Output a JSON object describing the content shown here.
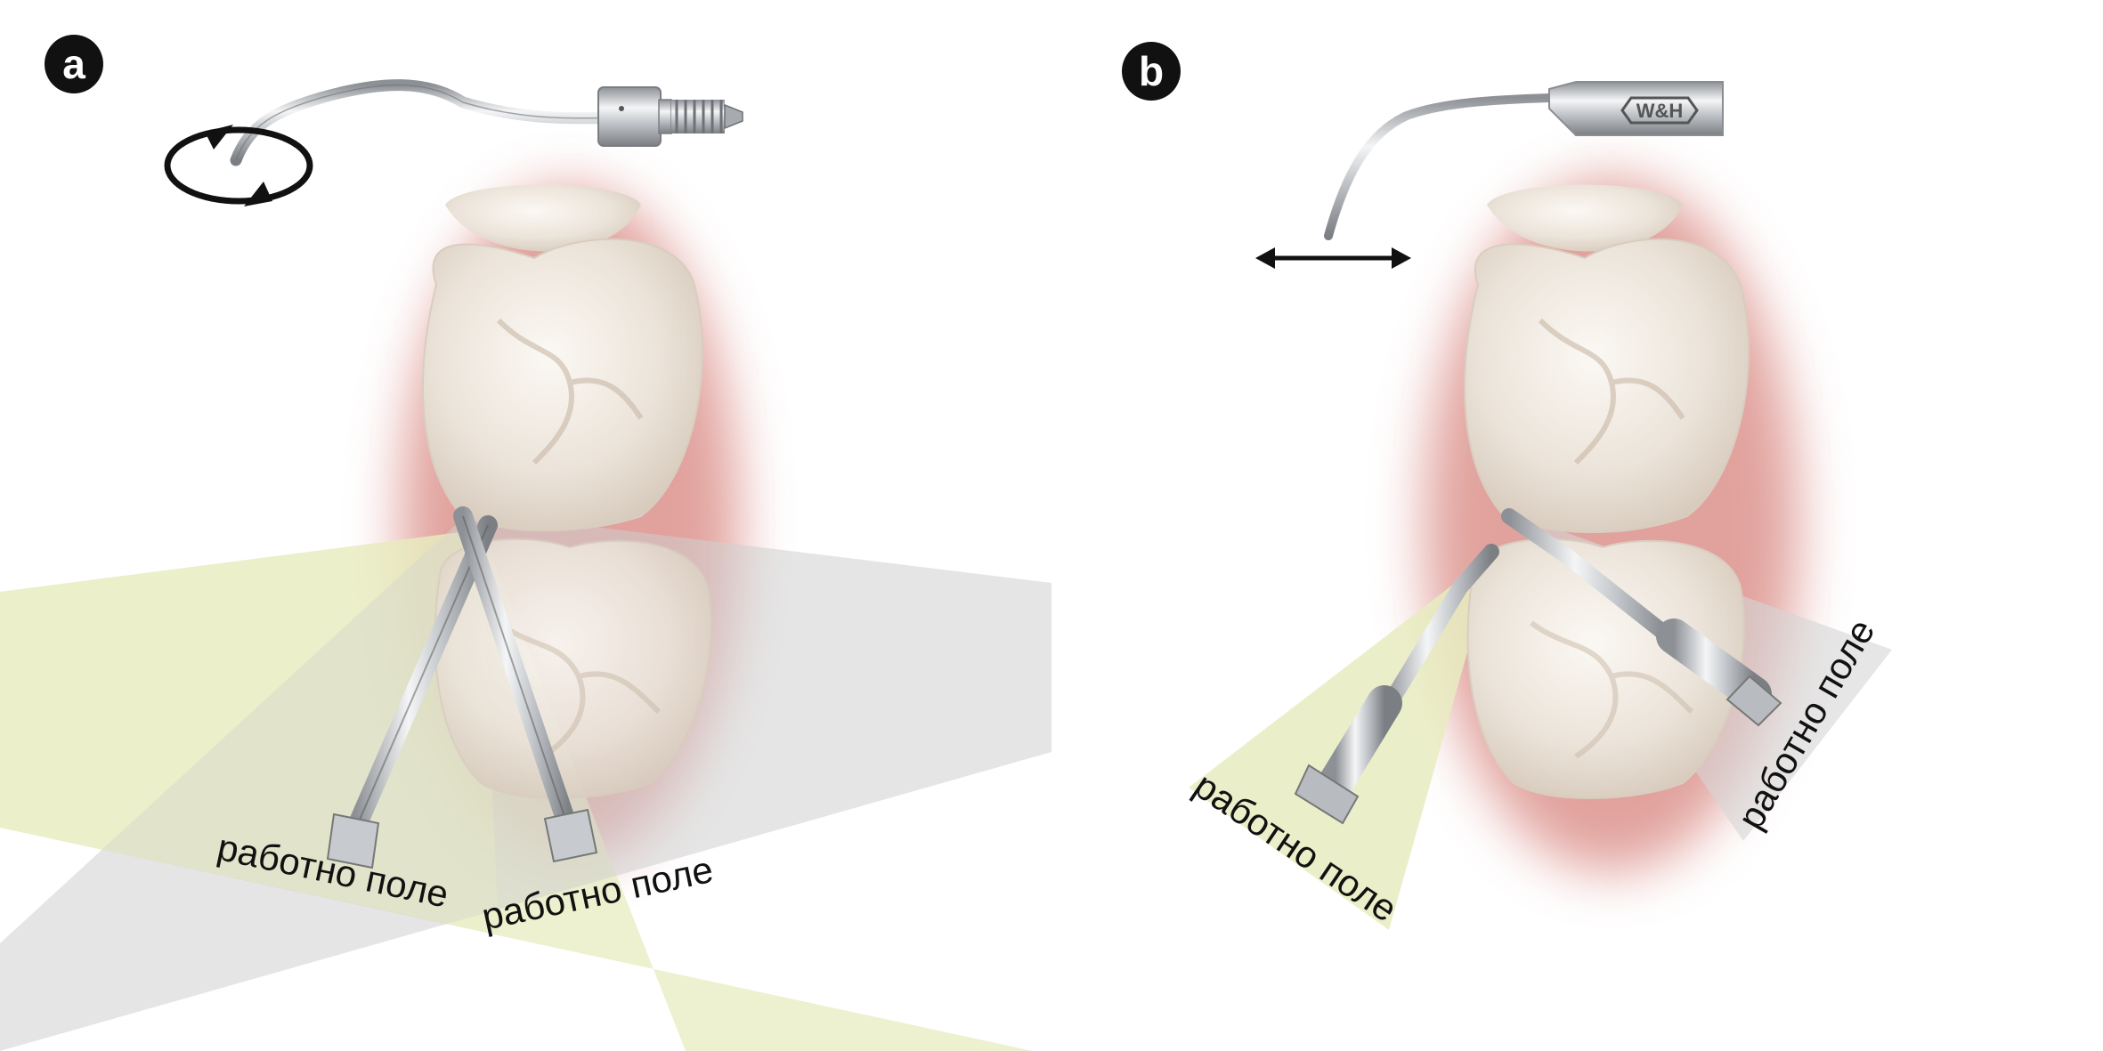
{
  "panels": [
    {
      "id": "a",
      "badge": "a",
      "motion": "rotation",
      "fields": [
        "работно поле",
        "работно поле"
      ]
    },
    {
      "id": "b",
      "badge": "b",
      "motion": "linear",
      "brand": "W&H",
      "fields": [
        "работно поле",
        "работно поле"
      ]
    }
  ],
  "colors": {
    "badge": "#111111",
    "gum": "#c9574e",
    "tooth": "#efe9e1",
    "field_yellow": "#e9edc4",
    "field_grey": "#d9d9d9",
    "metal": "#b8bcc0",
    "arrow": "#111111"
  }
}
